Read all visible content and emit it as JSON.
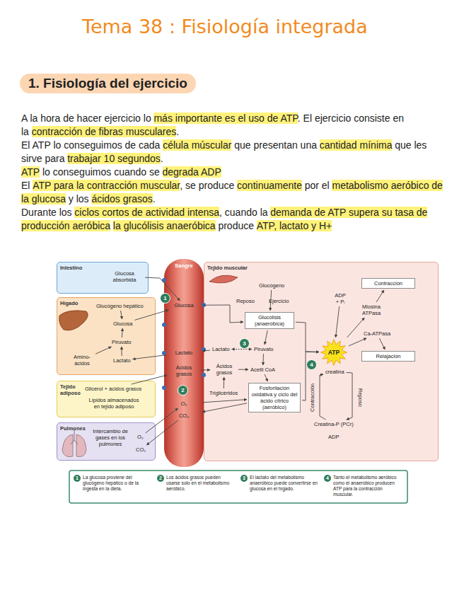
{
  "diagram": {
    "title": "Tema 38 : Fisiología integrada",
    "nodes": [
      {
        "text": [
          "Intestino"
        ]
      },
      {
        "text": [
          "Glucosa absorbida"
        ],
        "in": 0
      },
      {
        "text": [
          "Hígado"
        ]
      },
      {
        "text": [
          "Glucógeno hepático"
        ],
        "in": 2
      },
      {
        "text": [
          "Glucosa"
        ],
        "in": 2
      },
      {
        "text": [
          "Piruvato"
        ],
        "in": 2
      },
      {
        "text": [
          "Amino- ácidos"
        ],
        "in": 2
      },
      {
        "text": [
          "Lactato"
        ],
        "in": 2
      },
      {
        "text": [
          "Tejido adiposo"
        ]
      },
      {
        "text": [
          "Glicerol + ácidos grasos"
        ],
        "in": 8
      },
      {
        "text": [
          "Lípidos almacenados en tejido adiposo"
        ],
        "in": 8
      },
      {
        "text": [
          "Pulmones"
        ]
      },
      {
        "text": [
          "Intercambio de gases en los pulmones"
        ],
        "in": 11
      },
      {
        "text": [
          "O₂"
        ],
        "in": 11
      },
      {
        "text": [
          "CO₂"
        ],
        "in": 11
      },
      {
        "text": [
          "Sangre"
        ]
      },
      {
        "text": [
          "Glucosa"
        ],
        "in": 15
      },
      {
        "text": [
          "Lactato"
        ],
        "in": 15
      },
      {
        "text": [
          "Ácidos grasos"
        ],
        "in": 15
      },
      {
        "text": [
          "O₂"
        ],
        "in": 15
      },
      {
        "text": [
          "CO₂"
        ],
        "in": 15
      },
      {
        "text": [
          "Tejido muscular"
        ]
      },
      {
        "text": [
          "Glucógeno"
        ],
        "in": 21
      },
      {
        "text": [
          "Glucólisis (anaeróbica)"
        ],
        "in": 21
      },
      {
        "text": [
          "Piruvato"
        ],
        "in": 21
      },
      {
        "text": [
          "Lactato"
        ],
        "in": 21
      },
      {
        "text": [
          "Ácidos grasos"
        ],
        "in": 21
      },
      {
        "text": [
          "Acetil CoA"
        ],
        "in": 21
      },
      {
        "text": [
          "Triglicéridos"
        ],
        "in": 21
      },
      {
        "text": [
          "Fosforilación oxidativa y ciclo del ácido cítrico (aeróbico)"
        ],
        "in": 21
      },
      {
        "text": [
          "ATP"
        ],
        "in": 21
      },
      {
        "text": [
          "ADP + Pᵢ"
        ],
        "in": 21
      },
      {
        "text": [
          "Miosina ATPasa"
        ],
        "in": 21
      },
      {
        "text": [
          "Ca-ATPasa"
        ],
        "in": 21
      },
      {
        "text": [
          "Contracción"
        ],
        "in": 21
      },
      {
        "text": [
          "Relajación"
        ],
        "in": 21
      },
      {
        "text": [
          "creatina"
        ],
        "in": 21
      },
      {
        "text": [
          "Creatina-P (PCr)"
        ],
        "in": 21
      },
      {
        "text": [
          "ADP"
        ],
        "in": 21
      },
      {
        "text": [
          "1",
          "La glucosa proviene del glucógeno hepático o de la ingesta en la dieta."
        ]
      },
      {
        "text": [
          "2",
          "Los ácidos grasos pueden usarse solo en el metabolismo aeróbico."
        ]
      },
      {
        "text": [
          "3",
          "El lactato del metabolismo anaeróbico puede convertirse en glucosa en el hígado."
        ]
      },
      {
        "text": [
          "4",
          "Tanto el metabolismo aeróbico como el anaeróbico producen ATP para la contracción muscular."
        ]
      }
    ],
    "edges": [
      {
        "from": 1,
        "to": 16,
        "arrow": "to"
      },
      {
        "from": 3,
        "to": 4,
        "arrow": "to"
      },
      {
        "from": 5,
        "to": 4,
        "arrow": "to"
      },
      {
        "from": 7,
        "to": 5,
        "arrow": "to"
      },
      {
        "from": 6,
        "to": 5,
        "arrow": "to"
      },
      {
        "from": 4,
        "to": 16,
        "arrow": "to"
      },
      {
        "from": 17,
        "to": 7,
        "arrow": "to"
      },
      {
        "from": 9,
        "to": 18,
        "arrow": "to"
      },
      {
        "from": 13,
        "to": 19,
        "arrow": "to"
      },
      {
        "from": 20,
        "to": 14,
        "arrow": "to"
      },
      {
        "from": 16,
        "to": 23,
        "arrow": "to"
      },
      {
        "from": 22,
        "to": 23,
        "arrow": "to"
      },
      {
        "from": 23,
        "to": 24,
        "arrow": "to"
      },
      {
        "from": 24,
        "to": 25,
        "arrow": "both"
      },
      {
        "from": 25,
        "to": 17,
        "arrow": "to"
      },
      {
        "from": 18,
        "to": 26,
        "arrow": "to"
      },
      {
        "from": 28,
        "to": 26,
        "arrow": "to"
      },
      {
        "from": 26,
        "to": 27,
        "arrow": "to"
      },
      {
        "from": 24,
        "to": 27,
        "arrow": "to"
      },
      {
        "from": 27,
        "to": 29,
        "arrow": "to"
      },
      {
        "from": 19,
        "to": 29,
        "arrow": "to"
      },
      {
        "from": 29,
        "to": 20,
        "arrow": "to"
      },
      {
        "from": 23,
        "to": 30,
        "arrow": "to"
      },
      {
        "from": 29,
        "to": 30,
        "arrow": "to"
      },
      {
        "from": 30,
        "to": 32,
        "arrow": "to"
      },
      {
        "from": 32,
        "to": 34,
        "arrow": "to"
      },
      {
        "from": 31,
        "to": 30,
        "arrow": "to"
      },
      {
        "from": 30,
        "to": 33,
        "arrow": "to"
      },
      {
        "from": 33,
        "to": 35,
        "arrow": "to"
      },
      {
        "from": 37,
        "to": 36,
        "arrow": "to"
      },
      {
        "from": 36,
        "to": 37,
        "arrow": "to"
      }
    ],
    "labels": [
      "1. Fisiología del ejercicio",
      "A la hora de hacer ejercicio lo",
      "más importante es el uso de ATP",
      ". El ejercicio consiste en la",
      "contracción de fibras musculares",
      ".",
      "El ATP lo conseguimos de cada",
      "célula múscular",
      "que presentan una",
      "cantidad mínima",
      "que les sirve para",
      "trabajar 10 segundos",
      ".",
      "ATP",
      "lo conseguimos cuando se",
      "degrada ADP",
      "El",
      "ATP para la contracción muscular",
      ", se produce",
      "continuamente",
      "por el",
      "metabolismo aeróbico de la glucosa",
      "y los",
      "ácidos grasos",
      ".",
      "Durante los",
      "ciclos cortos de actividad intensa",
      ", cuando la",
      "demanda de ATP supera su tasa de producción aeróbica",
      "la glucólisis anaeróbica",
      "produce",
      "ATP, lactato y H+",
      "Reposo",
      "Ejercicio",
      "Contracción",
      "Reposo",
      "1",
      "2",
      "3",
      "4"
    ]
  }
}
